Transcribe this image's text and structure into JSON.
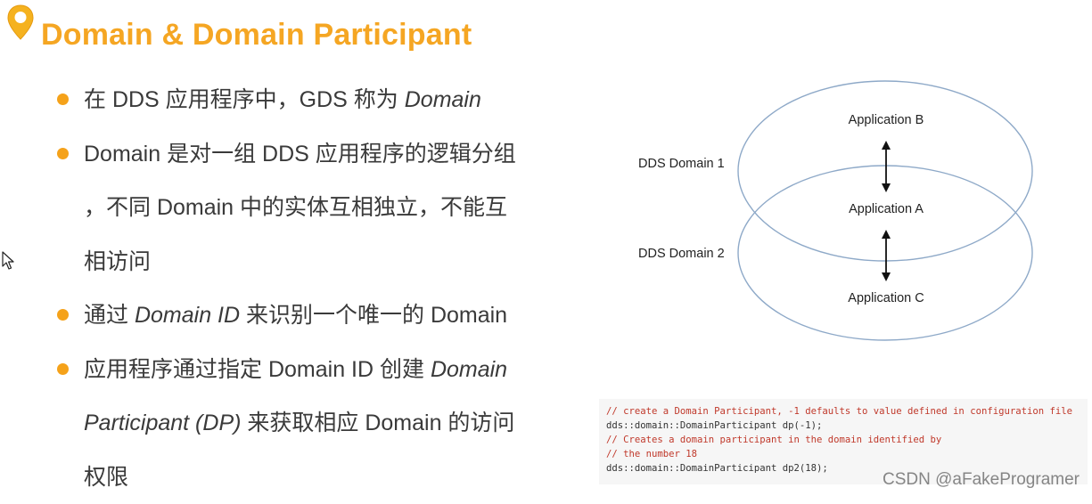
{
  "slide": {
    "title": "Domain & Domain Participant",
    "bullets": [
      {
        "parts": [
          {
            "text": "在 DDS 应用程序中，GDS 称为 ",
            "italic": false
          },
          {
            "text": "Domain",
            "italic": true
          }
        ]
      },
      {
        "parts": [
          {
            "text": "Domain 是对一组 DDS 应用程序的逻辑分组",
            "italic": false
          },
          {
            "text": "\n，不同 Domain 中的实体互相独立，不能互",
            "italic": false
          },
          {
            "text": "\n相访问",
            "italic": false
          }
        ]
      },
      {
        "parts": [
          {
            "text": "通过 ",
            "italic": false
          },
          {
            "text": "Domain ID",
            "italic": true
          },
          {
            "text": " 来识别一个唯一的 Domain",
            "italic": false
          }
        ]
      },
      {
        "parts": [
          {
            "text": "应用程序通过指定 Domain ID 创建 ",
            "italic": false
          },
          {
            "text": "Domain",
            "italic": true
          },
          {
            "text": "\n",
            "italic": false
          },
          {
            "text": "Participant (DP)",
            "italic": true
          },
          {
            "text": " 来获取相应 Domain 的访问",
            "italic": false
          },
          {
            "text": "\n权限",
            "italic": false
          }
        ]
      }
    ],
    "accent_color": "#f5a21a",
    "title_color": "#f5a623",
    "icons": {
      "title_icon": "location-pin-icon",
      "cursor": "mouse-cursor-icon"
    }
  },
  "diagram": {
    "domain1_label": "DDS Domain 1",
    "domain2_label": "DDS Domain 2",
    "app_b": "Application B",
    "app_a": "Application A",
    "app_c": "Application C"
  },
  "code": {
    "lines": [
      {
        "text": "// create a Domain Participant, -1 defaults to value defined in configuration file",
        "kind": "comment"
      },
      {
        "text": "dds::domain::DomainParticipant dp(-1);",
        "kind": "normal"
      },
      {
        "text": "// Creates a domain participant in the domain identified by",
        "kind": "comment"
      },
      {
        "text": "// the number 18",
        "kind": "comment"
      },
      {
        "text": "dds::domain::DomainParticipant dp2(18);",
        "kind": "normal"
      }
    ]
  },
  "watermark": "CSDN @aFakeProgramer"
}
